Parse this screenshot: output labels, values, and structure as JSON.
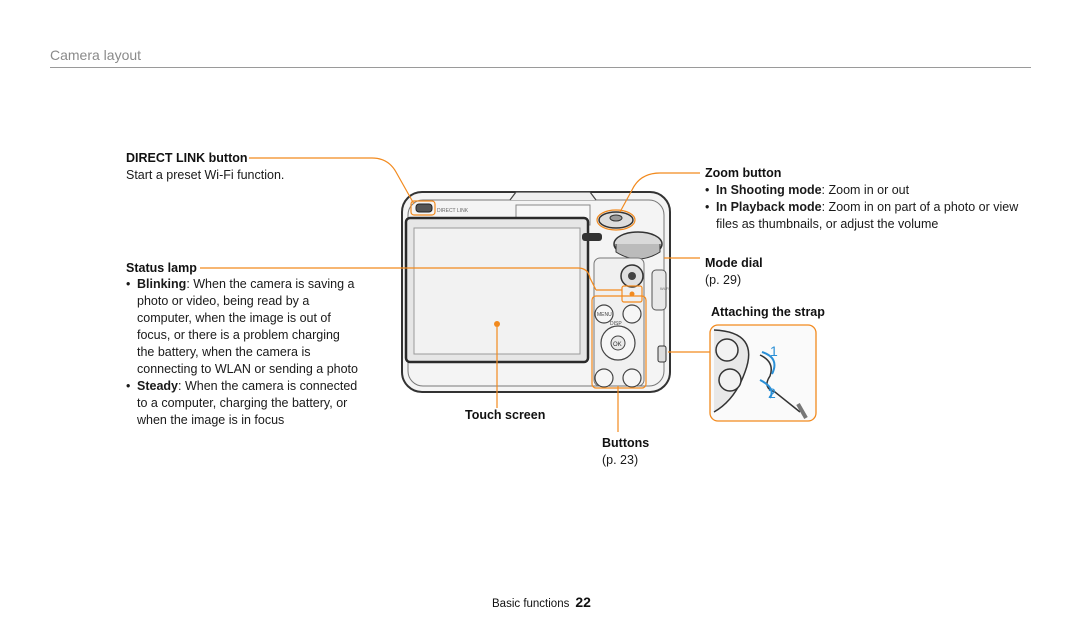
{
  "header": {
    "title": "Camera layout"
  },
  "callouts": {
    "direct_link": {
      "label": "DIRECT LINK button",
      "desc": "Start a preset Wi-Fi function."
    },
    "status_lamp": {
      "label": "Status lamp",
      "items": [
        {
          "term": "Blinking",
          "text": ": When the camera is saving a photo or video, being read by a computer, when the image is out of focus, or there is a problem charging the battery, when the camera is connecting to WLAN or sending a photo"
        },
        {
          "term": "Steady",
          "text": ": When the camera is connected to a computer, charging the battery, or when the image is in focus"
        }
      ]
    },
    "zoom": {
      "label": "Zoom button",
      "items": [
        {
          "term": "In Shooting mode",
          "text": ": Zoom in or out"
        },
        {
          "term": "In Playback mode",
          "text": ": Zoom in on part of a photo or view files as thumbnails, or adjust the volume"
        }
      ]
    },
    "mode_dial": {
      "label": "Mode dial",
      "ref": "(p. 29)"
    },
    "strap": {
      "label": "Attaching the strap",
      "step1": "1",
      "step2": "2"
    },
    "touch_screen": {
      "label": "Touch screen"
    },
    "buttons": {
      "label": "Buttons",
      "ref": "(p. 23)"
    }
  },
  "camera": {
    "brand_text": "DIRECT LINK",
    "menu_label": "MENU",
    "disp_label": "DISP",
    "ok_label": "OK",
    "wifi_label": "Wi-Fi"
  },
  "footer": {
    "section": "Basic functions",
    "page": "22"
  },
  "colors": {
    "accent": "#f28a1e",
    "text": "#1a1a1a",
    "muted": "#8a8a8a"
  }
}
